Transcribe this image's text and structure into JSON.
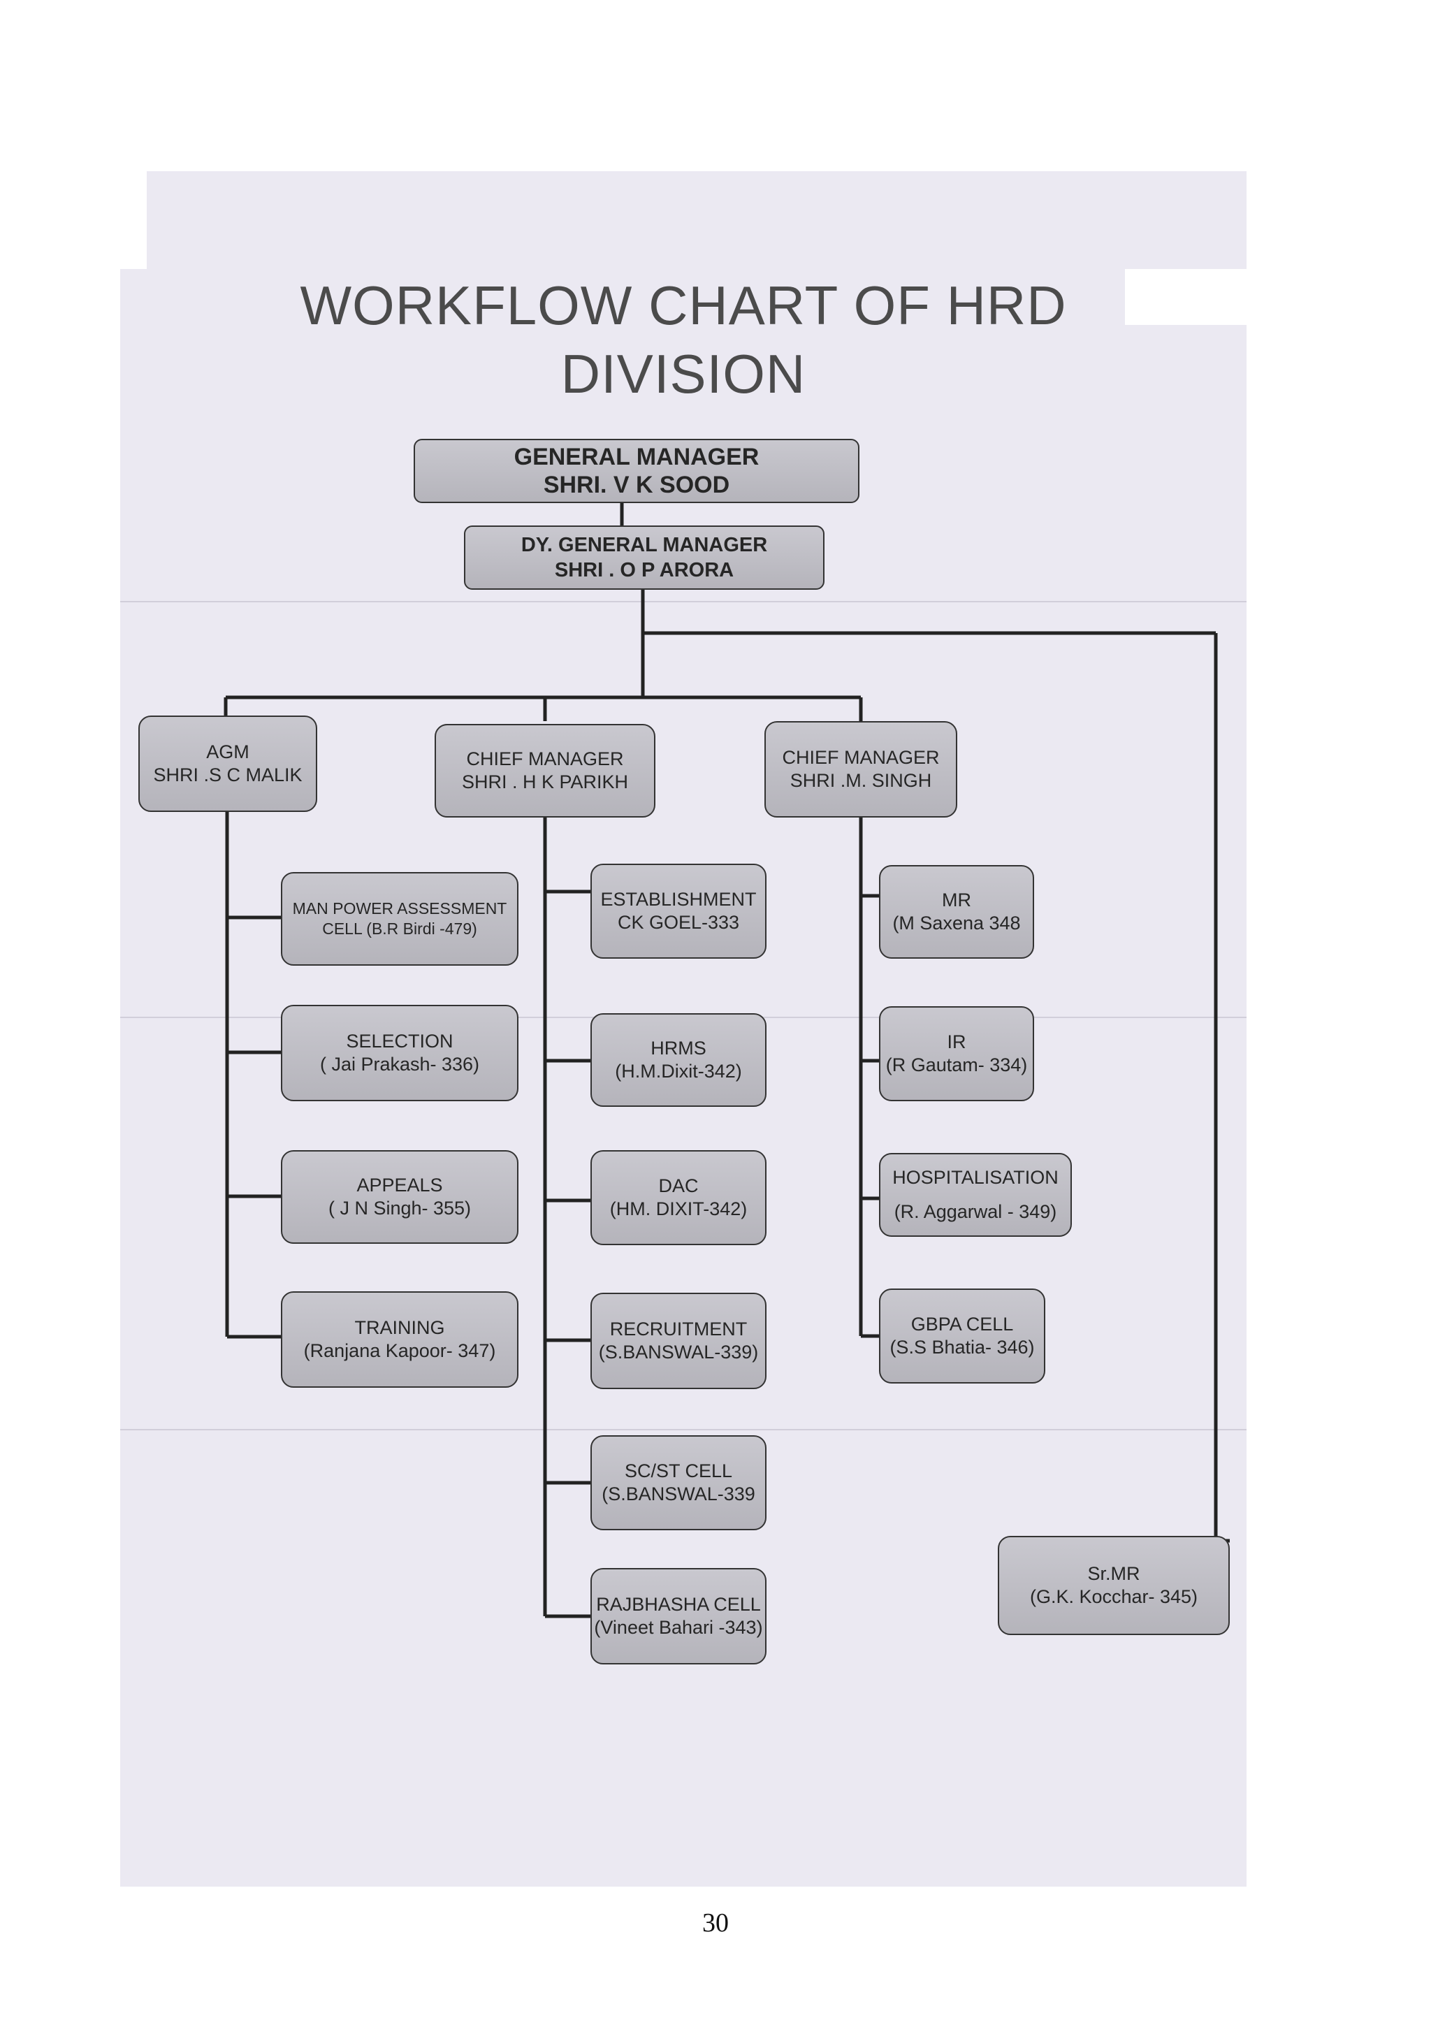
{
  "title": {
    "line1": "WORKFLOW CHART OF HRD",
    "line2": "DIVISION"
  },
  "general_manager": {
    "line1": "GENERAL MANAGER",
    "line2": "SHRI. V K SOOD"
  },
  "dy_general_manager": {
    "line1": "DY. GENERAL MANAGER",
    "line2": "SHRI . O P ARORA"
  },
  "agm": {
    "head": {
      "line1": "AGM",
      "line2": "SHRI .S C MALIK"
    },
    "units": [
      {
        "line1": "MAN POWER ASSESSMENT",
        "line2": "CELL (B.R Birdi -479)"
      },
      {
        "line1": "SELECTION",
        "line2": "( Jai Prakash- 336)"
      },
      {
        "line1": "APPEALS",
        "line2": "( J N Singh- 355)"
      },
      {
        "line1": "TRAINING",
        "line2": "(Ranjana Kapoor- 347)"
      }
    ]
  },
  "cm_parikh": {
    "head": {
      "line1": "CHIEF MANAGER",
      "line2": "SHRI .  H K  PARIKH"
    },
    "units": [
      {
        "line1": "ESTABLISHMENT",
        "line2": "CK GOEL-333"
      },
      {
        "line1": "HRMS",
        "line2": "(H.M.Dixit-342)"
      },
      {
        "line1": "DAC",
        "line2": "(HM. DIXIT-342)"
      },
      {
        "line1": "RECRUITMENT",
        "line2": "(S.BANSWAL-339)"
      },
      {
        "line1": "SC/ST CELL",
        "line2": "(S.BANSWAL-339"
      },
      {
        "line1": "RAJBHASHA CELL",
        "line2": "(Vineet Bahari -343)"
      }
    ]
  },
  "cm_singh": {
    "head": {
      "line1": "CHIEF MANAGER",
      "line2": "SHRI .M. SINGH"
    },
    "units": [
      {
        "line1": "MR",
        "line2": "(M Saxena 348"
      },
      {
        "line1": "IR",
        "line2": "(R Gautam- 334)"
      },
      {
        "line1": "HOSPITALISATION",
        "line2": "(R. Aggarwal - 349)"
      },
      {
        "line1": "GBPA CELL",
        "line2": "(S.S Bhatia- 346)"
      }
    ]
  },
  "sr_mr": {
    "line1": "Sr.MR",
    "line2": "(G.K. Kocchar- 345)"
  },
  "page_number": "30"
}
